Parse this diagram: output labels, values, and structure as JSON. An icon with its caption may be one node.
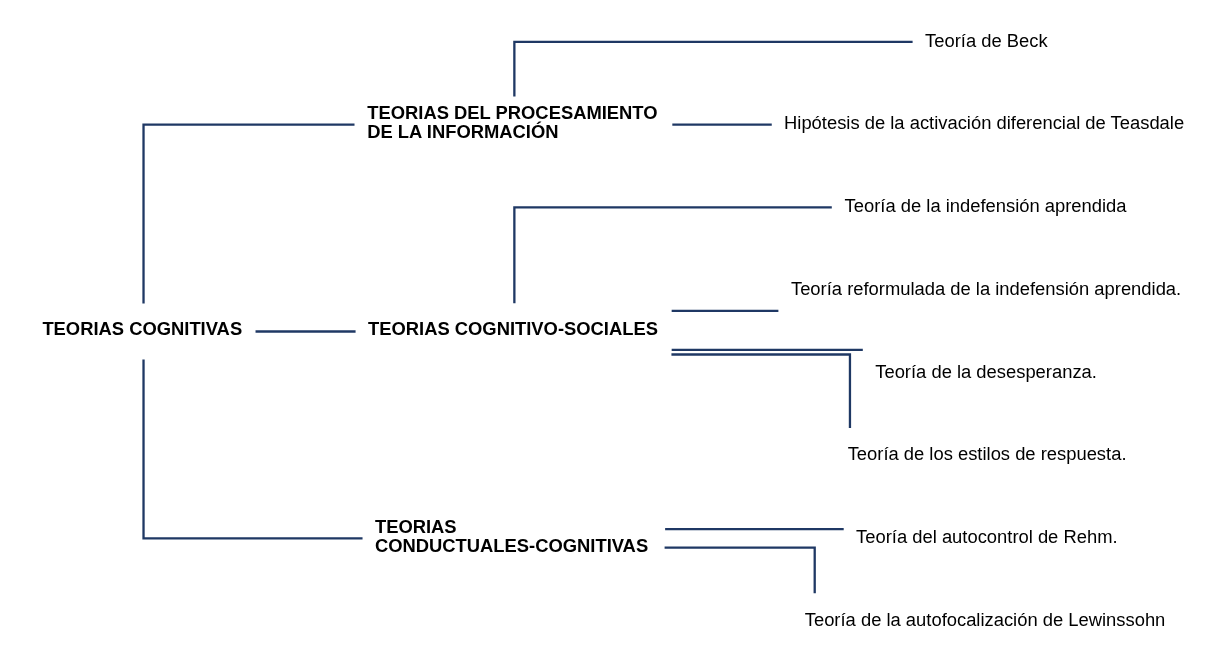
{
  "diagram": {
    "nodes": [
      {
        "text": [
          "TEORIAS COGNITIVAS"
        ]
      },
      {
        "text": [
          "TEORIAS DEL PROCESAMIENTO DE LA INFORMACIÓN"
        ]
      },
      {
        "text": [
          "TEORIAS COGNITIVO-SOCIALES"
        ]
      },
      {
        "text": [
          "TEORIAS CONDUCTUALES-COGNITIVAS"
        ]
      },
      {
        "text": [
          "Teoría de Beck"
        ]
      },
      {
        "text": [
          "Hipótesis de la activación diferencial de Teasdale"
        ]
      },
      {
        "text": [
          "Teoría de la indefensión aprendida"
        ]
      },
      {
        "text": [
          "Teoría reformulada de la indefensión aprendida."
        ]
      },
      {
        "text": [
          "Teoría de la desesperanza."
        ]
      },
      {
        "text": [
          "Teoría de los estilos de respuesta."
        ]
      },
      {
        "text": [
          "Teoría del autocontrol de Rehm."
        ]
      },
      {
        "text": [
          "Teoría de la autofocalización de Lewinssohn"
        ]
      }
    ],
    "edges": [
      {
        "from": 0,
        "to": 1,
        "arrow": "none"
      },
      {
        "from": 0,
        "to": 2,
        "arrow": "none"
      },
      {
        "from": 0,
        "to": 3,
        "arrow": "none"
      },
      {
        "from": 1,
        "to": 4,
        "arrow": "none"
      },
      {
        "from": 1,
        "to": 5,
        "arrow": "none"
      },
      {
        "from": 2,
        "to": 6,
        "arrow": "none"
      },
      {
        "from": 2,
        "to": 7,
        "arrow": "none"
      },
      {
        "from": 2,
        "to": 8,
        "arrow": "none"
      },
      {
        "from": 2,
        "to": 9,
        "arrow": "none"
      },
      {
        "from": 3,
        "to": 10,
        "arrow": "none"
      },
      {
        "from": 3,
        "to": 11,
        "arrow": "none"
      }
    ]
  }
}
